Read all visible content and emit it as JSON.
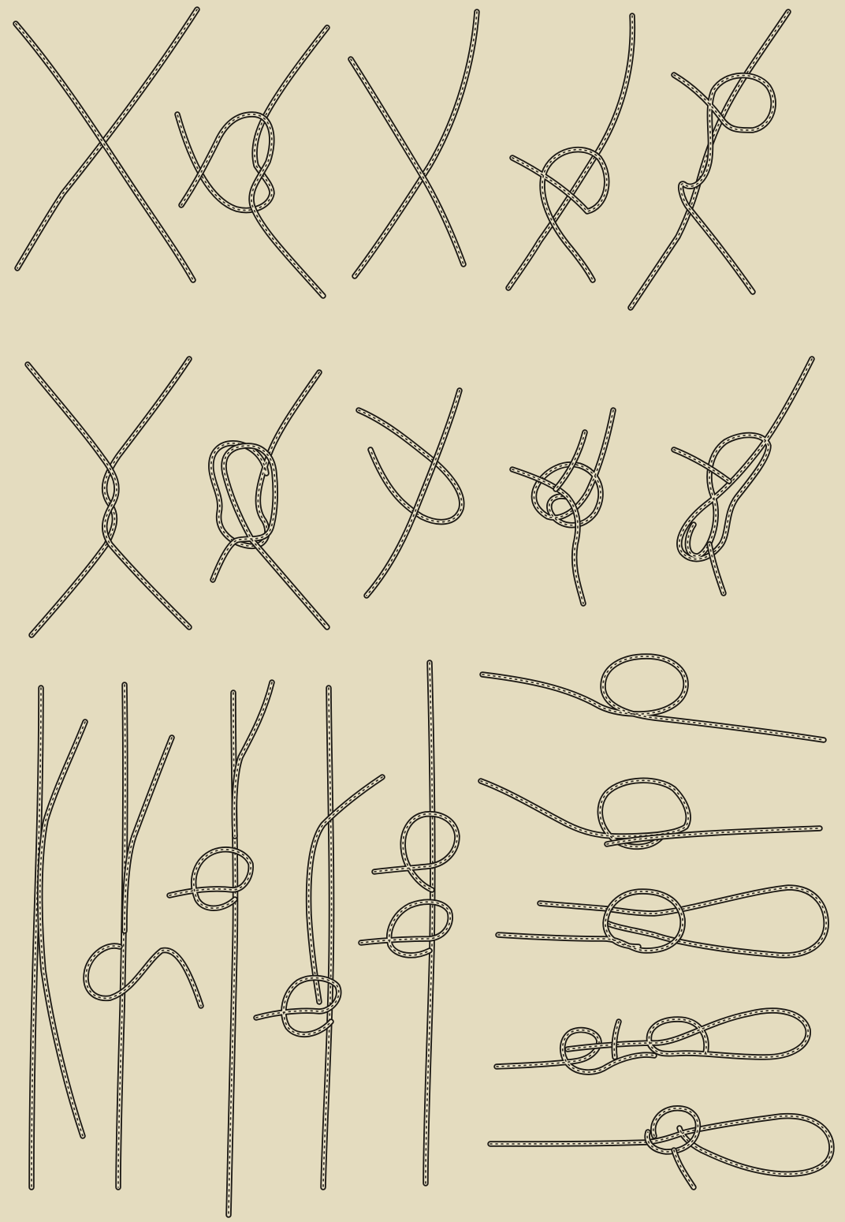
{
  "plate": {
    "background": "#e4dcbf",
    "ink": "#1d1a15",
    "rope_fill": "#ebe4c9"
  },
  "figures": [
    {
      "name": "figure-r1-crossed-cords",
      "row": 1
    },
    {
      "name": "figure-r1-reef-knot",
      "row": 1
    },
    {
      "name": "figure-r1-crossed-cords-2",
      "row": 1
    },
    {
      "name": "figure-r1-loop-around-cord",
      "row": 1
    },
    {
      "name": "figure-r1-double-loop-knot",
      "row": 1
    },
    {
      "name": "figure-r2-twisted-cords",
      "row": 2
    },
    {
      "name": "figure-r2-joined-loops",
      "row": 2
    },
    {
      "name": "figure-r2-open-bight",
      "row": 2
    },
    {
      "name": "figure-r2-bight-knot",
      "row": 2
    },
    {
      "name": "figure-r2-doubled-knot",
      "row": 2
    },
    {
      "name": "figure-r3-parallel-cords",
      "row": 3
    },
    {
      "name": "figure-r3-hitch-start",
      "row": 3
    },
    {
      "name": "figure-r3-single-hitch",
      "row": 3
    },
    {
      "name": "figure-r3-two-hitches",
      "row": 3
    },
    {
      "name": "figure-r3-stacked-hitches",
      "row": 3
    },
    {
      "name": "figure-r3-overhand-loop",
      "row": 3
    },
    {
      "name": "figure-r3-overhand-tied",
      "row": 3
    },
    {
      "name": "figure-r3-loop-knot",
      "row": 3
    },
    {
      "name": "figure-r3-bowline-open",
      "row": 3
    },
    {
      "name": "figure-r3-bowline-closed",
      "row": 3
    }
  ]
}
